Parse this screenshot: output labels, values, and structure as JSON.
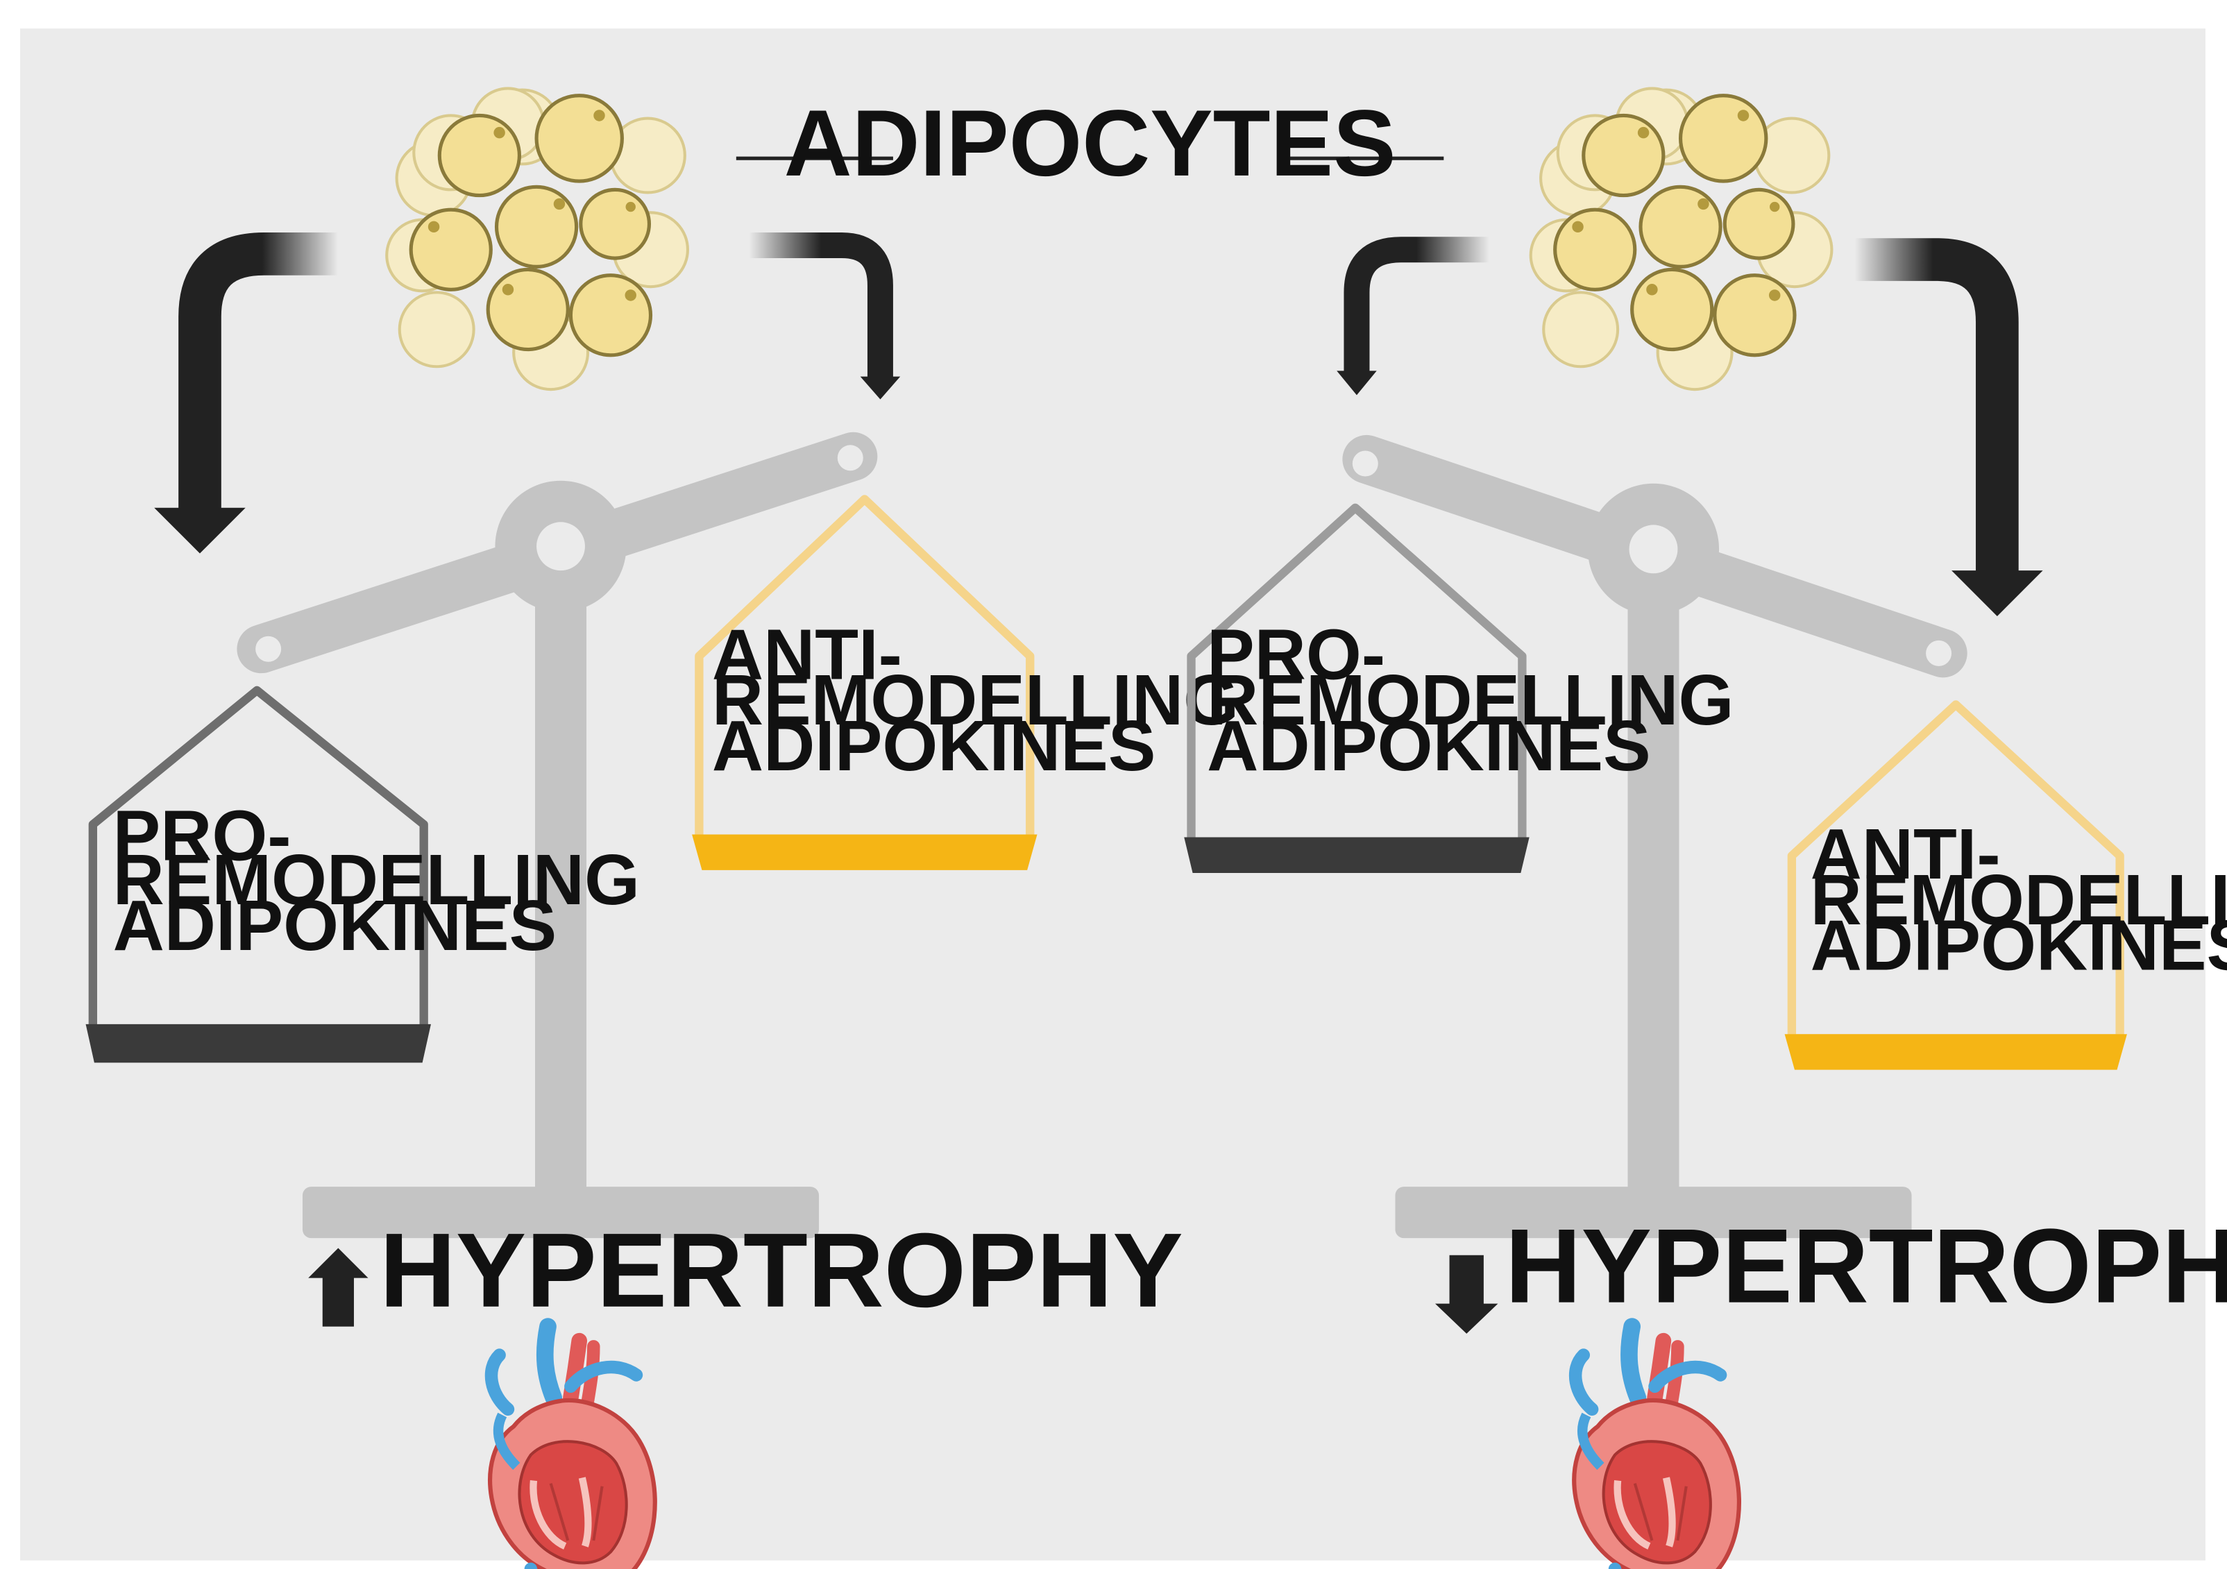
{
  "title": "ADIPOCYTES",
  "colors": {
    "background": "#ebebeb",
    "scale_gray": "#c4c4c4",
    "arrow": "#222222",
    "pro_outline": "#6e6e6e",
    "pro_outline_light": "#9c9c9c",
    "pro_base": "#3a3a3a",
    "anti_outline": "#f5d48a",
    "anti_base": "#f5b515",
    "adipocyte_fill": "#f4e3a2",
    "heart_red": "#e05a58",
    "heart_blue": "#4aa3dc"
  },
  "icons": {
    "adipocytes": "adipocyte-cluster-icon",
    "heart": "heart-icon",
    "up_arrow": "arrow-up-icon",
    "down_arrow": "arrow-down-icon"
  },
  "left_panel": {
    "pro_label": [
      "PRO-",
      "REMODELLING",
      "ADIPOKINES"
    ],
    "anti_label": [
      "ANTI-",
      "REMODELLING",
      "ADIPOKINES"
    ],
    "outcome_label": "HYPERTROPHY",
    "outcome_direction": "up"
  },
  "right_panel": {
    "pro_label": [
      "PRO-",
      "REMODELLING",
      "ADIPOKINES"
    ],
    "anti_label": [
      "ANTI-",
      "REMODELLING",
      "ADIPOKINES"
    ],
    "outcome_label": "HYPERTROPHY",
    "outcome_direction": "down"
  }
}
